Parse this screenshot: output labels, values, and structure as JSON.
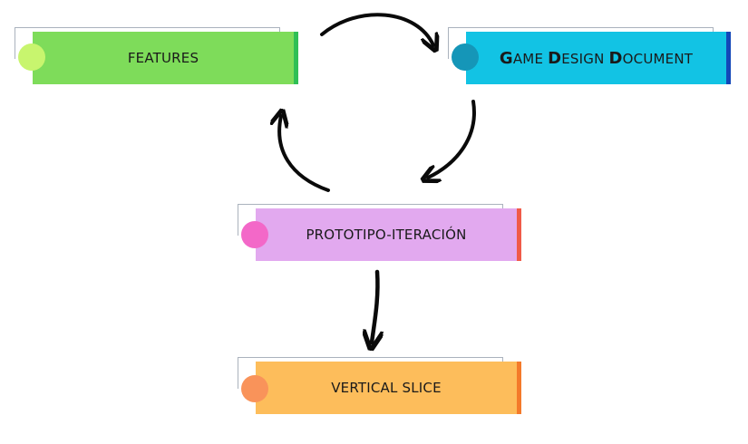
{
  "nodes": {
    "features": {
      "label": "FEATURES",
      "color": "#7edc5a",
      "edge": "#2fbf55",
      "dot": "#c8f56e"
    },
    "gdd": {
      "parts": [
        {
          "cap": "G",
          "rest": "AME "
        },
        {
          "cap": "D",
          "rest": "ESIGN "
        },
        {
          "cap": "D",
          "rest": "OCUMENT"
        }
      ],
      "color": "#12c3e4",
      "edge": "#1347b8",
      "dot": "#1596b8"
    },
    "prototipo": {
      "label": "PROTOTIPO-ITERACIÓN",
      "color": "#e2a9ef",
      "edge": "#f05a48",
      "dot": "#f368c8"
    },
    "vertical": {
      "label": "VERTICAL SLICE",
      "color": "#fdbd5b",
      "edge": "#f47a2a",
      "dot": "#f9935a"
    }
  },
  "arrows": [
    "features-to-gdd",
    "gdd-to-prototipo",
    "prototipo-to-features",
    "prototipo-to-vertical"
  ]
}
